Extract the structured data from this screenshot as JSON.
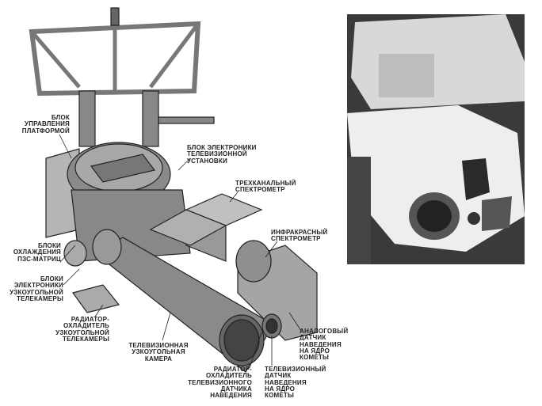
{
  "labels": {
    "platform_control": "БЛОК\nУПРАВЛЕНИЯ\nПЛАТФОРМОЙ",
    "tv_electronics": "БЛОК ЭЛЕКТРОНИКИ\nТЕЛЕВИЗИОННОЙ\nУСТАНОВКИ",
    "three_channel": "ТРЕХКАНАЛЬНЫЙ\nСПЕКТРОМЕТР",
    "infrared": "ИНФРАКРАСНЫЙ\nСПЕКТРОМЕТР",
    "ccd_cooling": "БЛОКИ\nОХЛАЖДЕНИЯ\nПЗС-МАТРИЦ",
    "narrow_electronics": "БЛОКИ\nЭЛЕКТРОНИКИ\nУЗКОУГОЛЬНОЙ\nТЕЛЕКАМЕРЫ",
    "narrow_radiator": "РАДИАТОР-\nОХЛАДИТЕЛЬ\nУЗКОУГОЛЬНОЙ\nТЕЛЕКАМЕРЫ",
    "narrow_camera": "ТЕЛЕВИЗИОННАЯ\nУЗКОУГОЛЬНАЯ\nКАМЕРА",
    "analog_sensor": "АНАЛОГОВЫЙ\nДАТЧИК\nНАВЕДЕНИЯ\nНА ЯДРО\nКОМЕТЫ",
    "sensor_radiator": "РАДИАТОР-\nОХЛАДИТЕЛЬ\nТЕЛЕВИЗИОННОГО\nДАТЧИКА\nНАВЕДЕНИЯ",
    "tv_sensor": "ТЕЛЕВИЗИОННЫЙ\nДАТЧИК\nНАВЕДЕНИЯ\nНА ЯДРО\nКОМЕТЫ"
  }
}
